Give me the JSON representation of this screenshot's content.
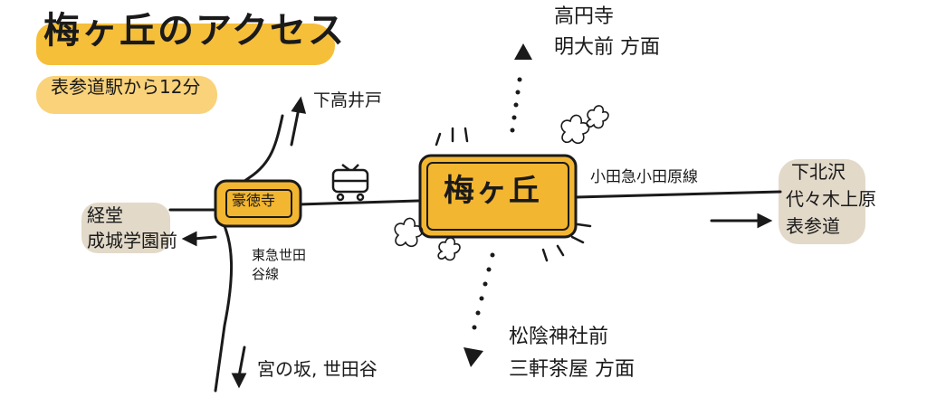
{
  "header": {
    "title": "梅ヶ丘のアクセス",
    "subtitle": "表参道駅から12分"
  },
  "stations": {
    "main": "梅ヶ丘",
    "gotokuji": "豪徳寺"
  },
  "lines": {
    "odakyu": "小田急小田原線",
    "tokyu_setagaya": "東急世田谷線"
  },
  "destinations": {
    "shimotakaido": "下高井戸",
    "koenji_line1": "高円寺",
    "koenji_line2": "明大前 方面",
    "shimokitazawa_line1": "下北沢",
    "shimokitazawa_line2": "代々木上原",
    "shimokitazawa_line3": "表参道",
    "kyodo_line1": "経堂",
    "kyodo_line2": "成城学園前",
    "miyanosaka": "宮の坂, 世田谷",
    "shoin_line1": "松陰神社前",
    "shoin_line2": "三軒茶屋 方面"
  },
  "colors": {
    "highlight": "#f6bf3a",
    "station_fill": "#f3b631",
    "beige": "#ddd2c0",
    "ink": "#1a1a1a"
  }
}
